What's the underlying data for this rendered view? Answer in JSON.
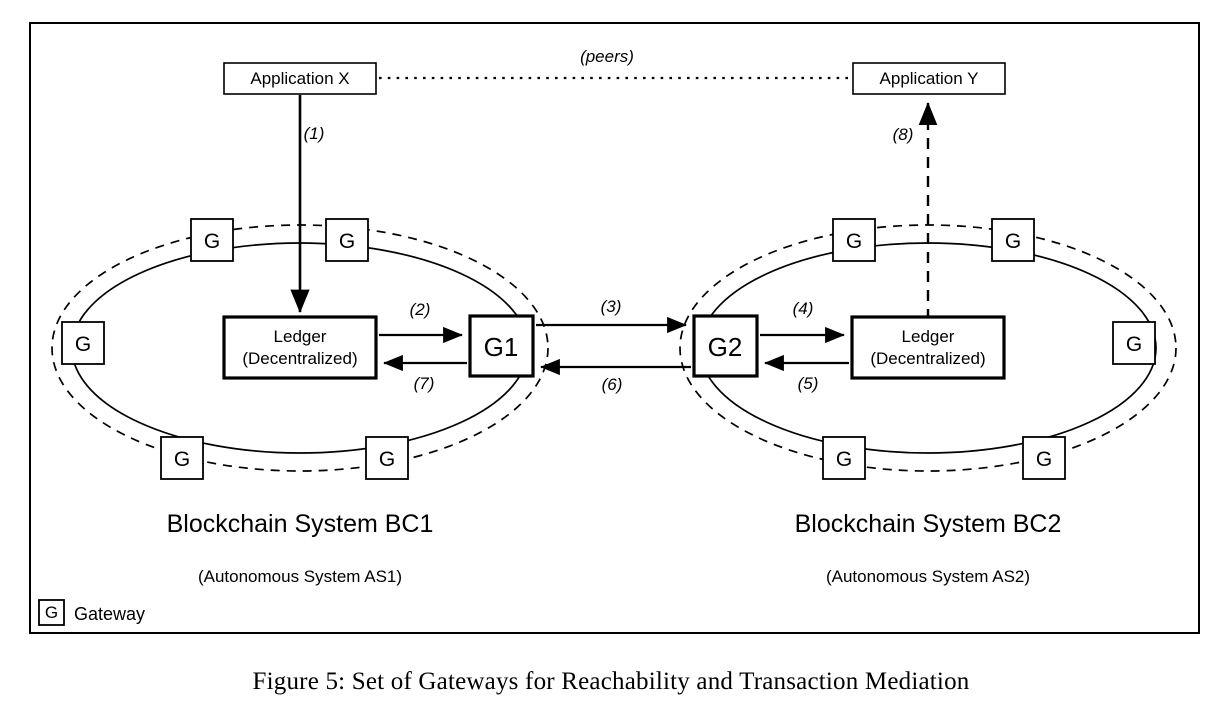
{
  "figure": {
    "caption": "Figure 5: Set of Gateways for Reachability and Transaction Mediation",
    "peers_label": "(peers)"
  },
  "apps": {
    "left": {
      "label": "Application X"
    },
    "right": {
      "label": "Application Y"
    }
  },
  "systems": [
    {
      "id": "bc1",
      "title": "Blockchain System BC1",
      "subtitle": "(Autonomous System AS1)",
      "ledger_line1": "Ledger",
      "ledger_line2": "(Decentralized)",
      "main_gateway": "G1",
      "ring_gateways": [
        "G",
        "G",
        "G",
        "G",
        "G"
      ]
    },
    {
      "id": "bc2",
      "title": "Blockchain System BC2",
      "subtitle": "(Autonomous System AS2)",
      "ledger_line1": "Ledger",
      "ledger_line2": "(Decentralized)",
      "main_gateway": "G2",
      "ring_gateways": [
        "G",
        "G",
        "G",
        "G",
        "G"
      ]
    }
  ],
  "steps": {
    "s1": "(1)",
    "s2": "(2)",
    "s3": "(3)",
    "s4": "(4)",
    "s5": "(5)",
    "s6": "(6)",
    "s7": "(7)",
    "s8": "(8)"
  },
  "legend": {
    "symbol": "G",
    "label": "Gateway"
  },
  "colors": {
    "stroke": "#000000",
    "fill": "#ffffff"
  }
}
